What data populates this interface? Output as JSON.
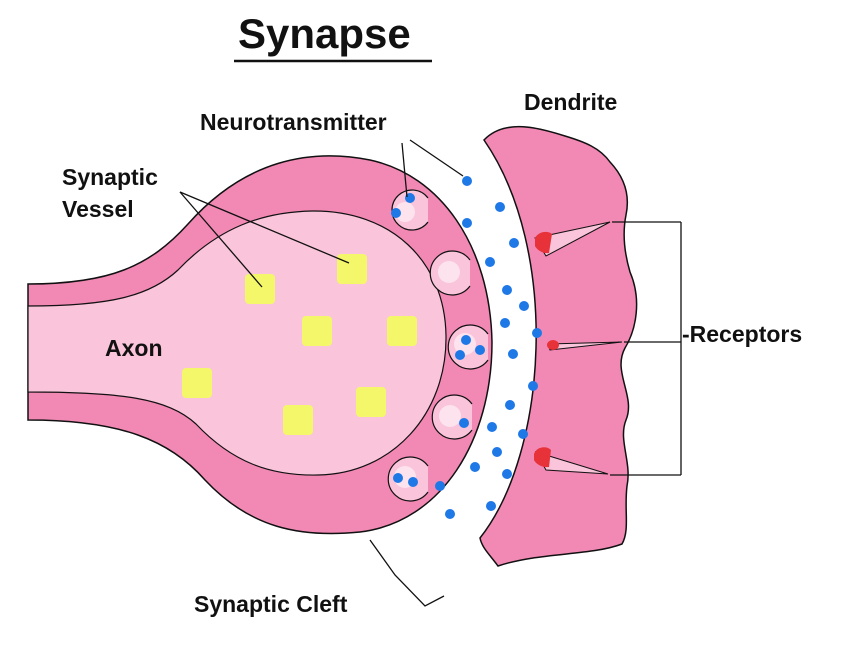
{
  "title": "Synapse",
  "labels": {
    "synaptic_vessel_line1": "Synaptic",
    "synaptic_vessel_line2": "Vessel",
    "neurotransmitter": "Neurotransmitter",
    "dendrite": "Dendrite",
    "axon": "Axon",
    "receptors": "-Receptors",
    "synaptic_cleft": "Synaptic Cleft"
  },
  "colors": {
    "outer_membrane": "#F288B4",
    "inner_body": "#FAC4DA",
    "cleft": "#FFFFFF",
    "vessel": "#F4F76A",
    "neurotransmitter_dot": "#1E78E6",
    "receptor_tip": "#E8323A",
    "outline": "#111111"
  }
}
